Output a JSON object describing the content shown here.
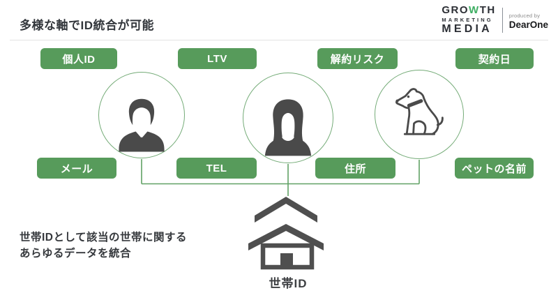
{
  "header": {
    "title": "多様な軸でID統合が可能"
  },
  "logo": {
    "growth_pre": "GRO",
    "growth_w": "W",
    "growth_post": "TH",
    "marketing": "MARKETING",
    "media": "MEDIA",
    "produced_by": "produced by",
    "brand": "DearOne"
  },
  "attributes_top": [
    {
      "label": "個人ID"
    },
    {
      "label": "LTV"
    },
    {
      "label": "解約リスク"
    },
    {
      "label": "契約日"
    }
  ],
  "attributes_bottom": [
    {
      "label": "メール"
    },
    {
      "label": "TEL"
    },
    {
      "label": "住所"
    },
    {
      "label": "ペットの名前"
    }
  ],
  "entities": [
    {
      "name": "man"
    },
    {
      "name": "woman"
    },
    {
      "name": "dog"
    }
  ],
  "household": {
    "label": "世帯ID"
  },
  "caption": {
    "line1": "世帯IDとして該当の世帯に関する",
    "line2": "あらゆるデータを統合"
  },
  "colors": {
    "badge_green": "#579b5b",
    "line_green": "#61a164",
    "circle_border_green": "#74ab77",
    "icon_dark_gray": "#4a4a4a",
    "house_gray": "#4f4f4f",
    "logo_green": "#3fae63"
  }
}
